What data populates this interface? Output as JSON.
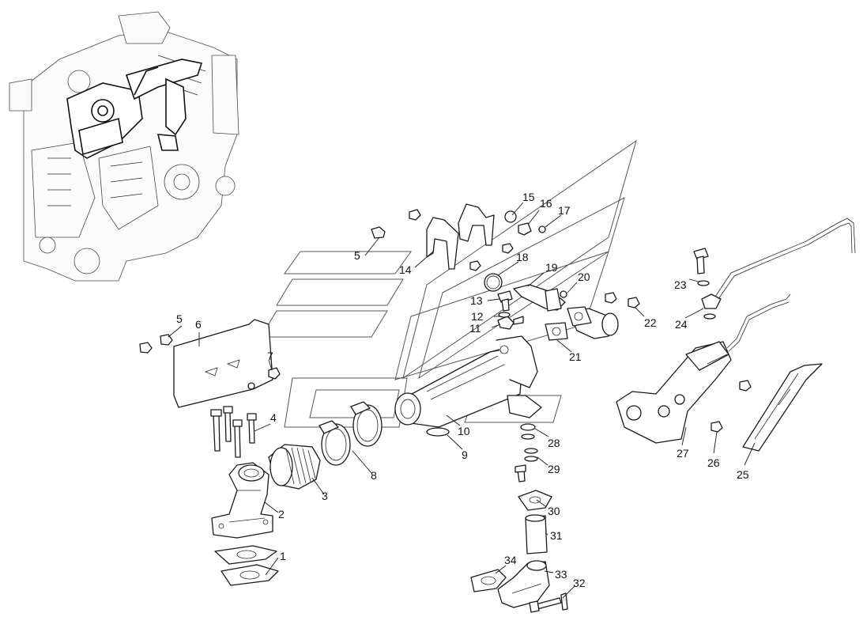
{
  "diagram": {
    "type": "exploded parts view",
    "part_numbers": [
      "1",
      "2",
      "3",
      "4",
      "5",
      "5",
      "6",
      "7",
      "8",
      "9",
      "10",
      "11",
      "12",
      "13",
      "14",
      "15",
      "16",
      "17",
      "18",
      "19",
      "20",
      "21",
      "22",
      "23",
      "24",
      "25",
      "26",
      "27",
      "28",
      "29",
      "30",
      "31",
      "32",
      "33",
      "34"
    ]
  }
}
